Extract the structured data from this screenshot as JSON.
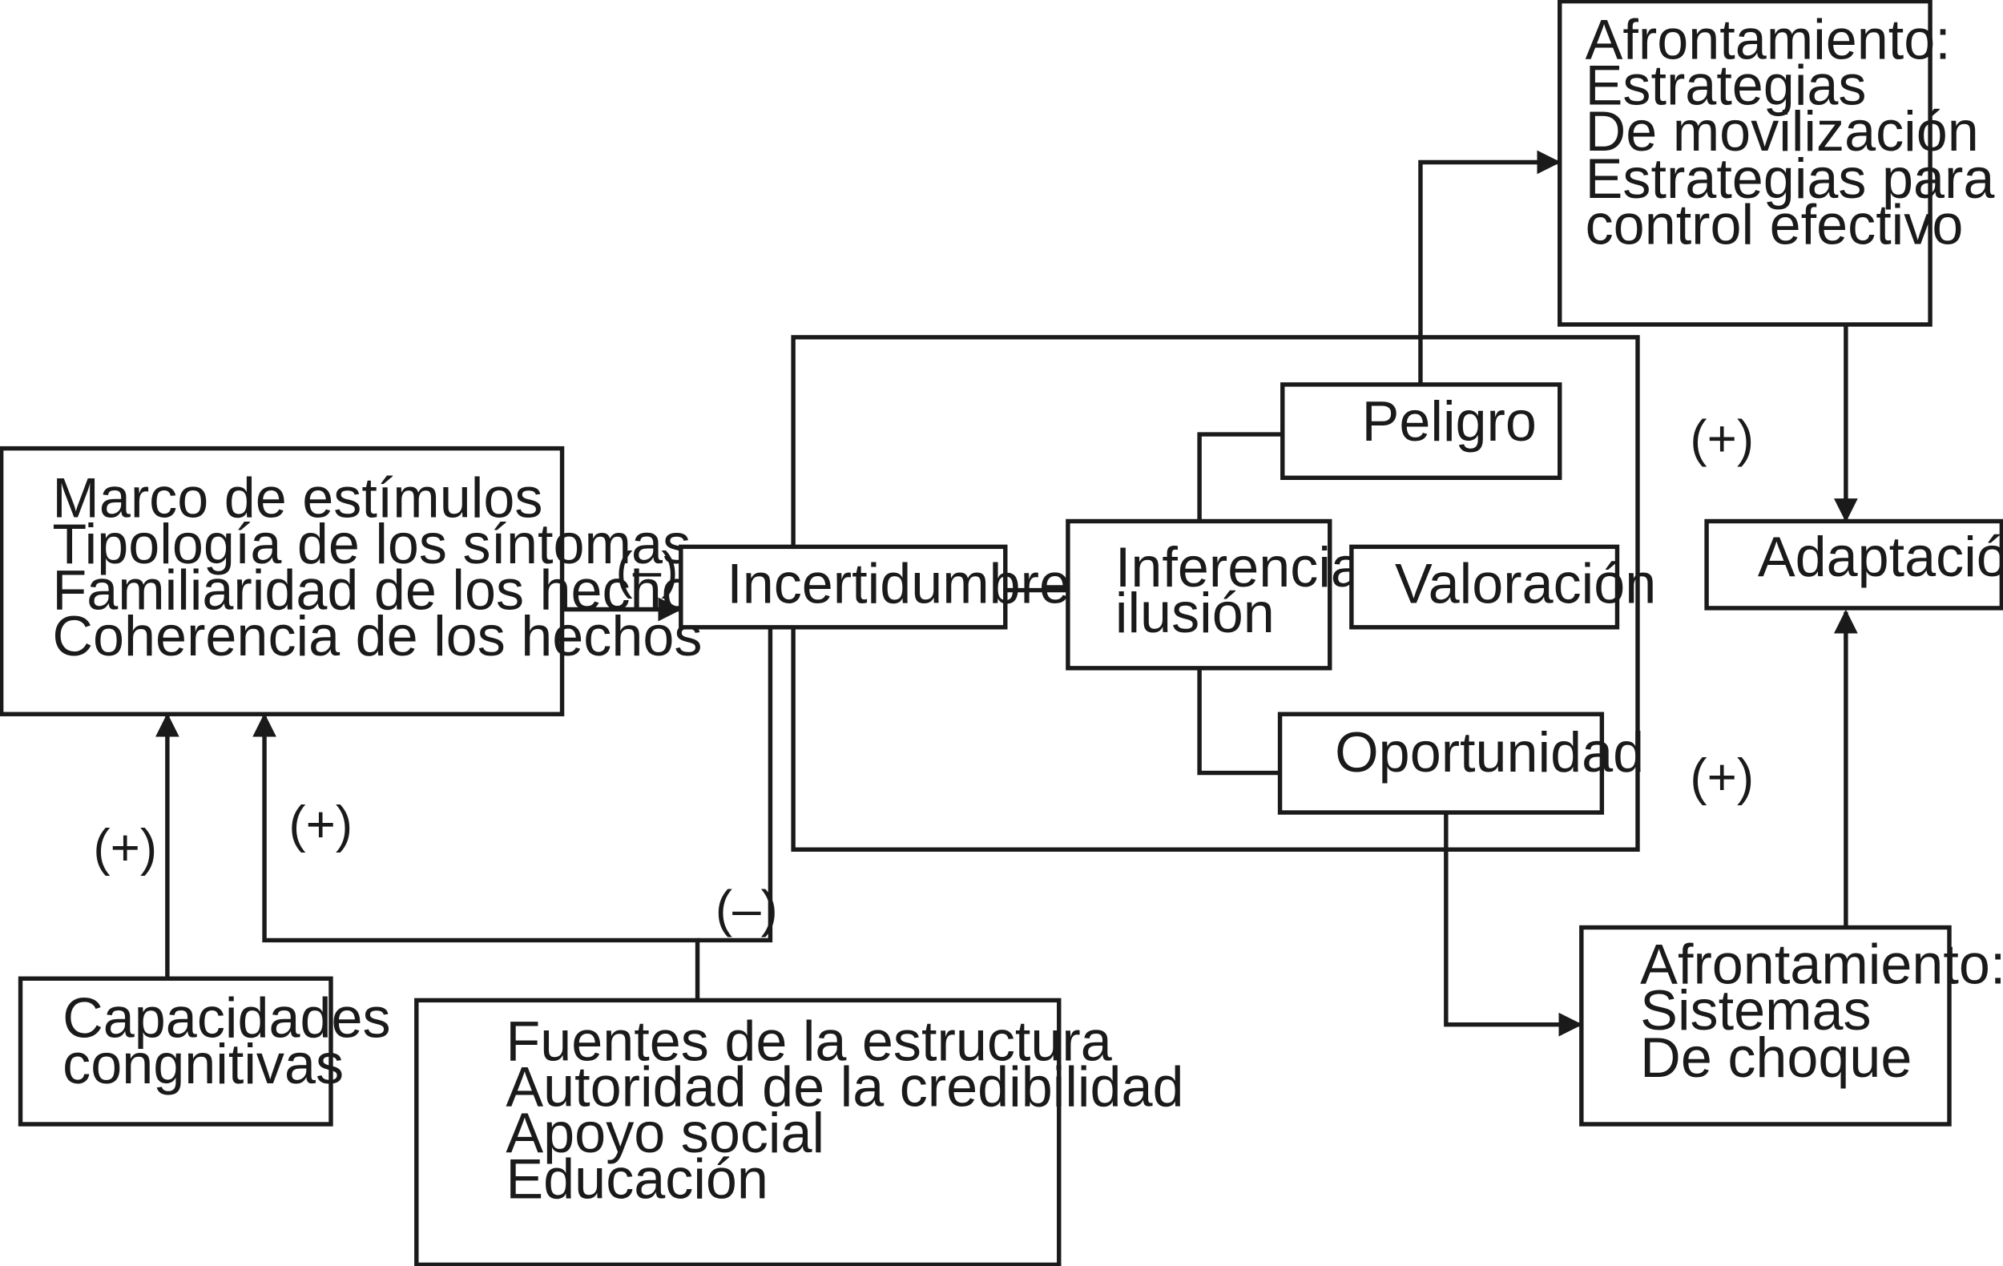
{
  "diagram": {
    "nodes": {
      "marco": {
        "lines": [
          "Marco de estímulos",
          "Tipología de los síntomas",
          "Familiaridad de los hechos",
          "Coherencia de los hechos"
        ]
      },
      "incertidumbre": {
        "lines": [
          "Incertidumbre"
        ]
      },
      "inferencia": {
        "lines": [
          "Inferencia",
          "ilusión"
        ]
      },
      "peligro": {
        "lines": [
          "Peligro"
        ]
      },
      "valoracion": {
        "lines": [
          "Valoración"
        ]
      },
      "oportunidad": {
        "lines": [
          "Oportunidad"
        ]
      },
      "afrontamiento_estrategias": {
        "lines": [
          "Afrontamiento:",
          "Estrategias",
          "De movilización",
          "Estrategias para el",
          "control efectivo"
        ]
      },
      "adaptacion": {
        "lines": [
          "Adaptación"
        ]
      },
      "afrontamiento_sistemas": {
        "lines": [
          "Afrontamiento:",
          "Sistemas",
          "De choque"
        ]
      },
      "capacidades": {
        "lines": [
          "Capacidades",
          "congnitivas"
        ]
      },
      "fuentes": {
        "lines": [
          "Fuentes de la estructura",
          "Autoridad de la credibilidad",
          "Apoyo social",
          "Educación"
        ]
      }
    },
    "signs": {
      "marco_to_incertidumbre": "(–)",
      "capacidades_to_marco": "(+)",
      "fuentes_to_marco": "(+)",
      "fuentes_to_incertidumbre": "(–)",
      "estrategias_to_adaptacion": "(+)",
      "sistemas_to_adaptacion": "(+)"
    }
  }
}
